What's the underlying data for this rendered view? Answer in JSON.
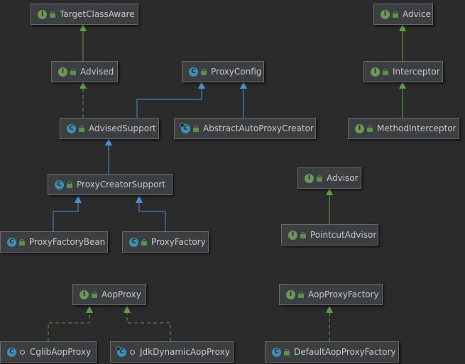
{
  "colors": {
    "background": "#2b2b2b",
    "node_fill": "#3c3f41",
    "node_border": "#6a6a6a",
    "interface_icon": "#6a9955",
    "class_icon": "#3d8fb3",
    "extends_edge": "#4a90d9",
    "implements_edge": "#5e9d45"
  },
  "nodes": {
    "target_class_aware": {
      "label": "TargetClassAware",
      "kind": "interface",
      "icon": "I"
    },
    "advice": {
      "label": "Advice",
      "kind": "interface",
      "icon": "I"
    },
    "advised": {
      "label": "Advised",
      "kind": "interface",
      "icon": "I"
    },
    "proxy_config": {
      "label": "ProxyConfig",
      "kind": "class",
      "icon": "C"
    },
    "interceptor": {
      "label": "Interceptor",
      "kind": "interface",
      "icon": "I"
    },
    "advised_support": {
      "label": "AdvisedSupport",
      "kind": "class",
      "icon": "C"
    },
    "abstract_auto_proxy_creator": {
      "label": "AbstractAutoProxyCreator",
      "kind": "abstract",
      "icon": "C"
    },
    "method_interceptor": {
      "label": "MethodInterceptor",
      "kind": "interface",
      "icon": "I"
    },
    "advisor": {
      "label": "Advisor",
      "kind": "interface",
      "icon": "I"
    },
    "proxy_creator_support": {
      "label": "ProxyCreatorSupport",
      "kind": "class",
      "icon": "C"
    },
    "pointcut_advisor": {
      "label": "PointcutAdvisor",
      "kind": "interface",
      "icon": "I"
    },
    "proxy_factory_bean": {
      "label": "ProxyFactoryBean",
      "kind": "class",
      "icon": "C"
    },
    "proxy_factory": {
      "label": "ProxyFactory",
      "kind": "class",
      "icon": "C"
    },
    "aop_proxy": {
      "label": "AopProxy",
      "kind": "interface",
      "icon": "I"
    },
    "aop_proxy_factory": {
      "label": "AopProxyFactory",
      "kind": "interface",
      "icon": "I"
    },
    "cglib_aop_proxy": {
      "label": "CglibAopProxy",
      "kind": "class",
      "icon": "C"
    },
    "jdk_dynamic_aop_proxy": {
      "label": "JdkDynamicAopProxy",
      "kind": "abstract",
      "icon": "C"
    },
    "default_aop_proxy_factory": {
      "label": "DefaultAopProxyFactory",
      "kind": "class",
      "icon": "C"
    }
  },
  "edges": [
    {
      "from": "advised",
      "to": "target_class_aware",
      "type": "extends-interface"
    },
    {
      "from": "interceptor",
      "to": "advice",
      "type": "extends-interface"
    },
    {
      "from": "method_interceptor",
      "to": "interceptor",
      "type": "extends-interface"
    },
    {
      "from": "pointcut_advisor",
      "to": "advisor",
      "type": "extends-interface"
    },
    {
      "from": "advised_support",
      "to": "advised",
      "type": "implements"
    },
    {
      "from": "advised_support",
      "to": "proxy_config",
      "type": "extends"
    },
    {
      "from": "abstract_auto_proxy_creator",
      "to": "proxy_config",
      "type": "extends"
    },
    {
      "from": "proxy_creator_support",
      "to": "advised_support",
      "type": "extends"
    },
    {
      "from": "proxy_factory_bean",
      "to": "proxy_creator_support",
      "type": "extends"
    },
    {
      "from": "proxy_factory",
      "to": "proxy_creator_support",
      "type": "extends"
    },
    {
      "from": "cglib_aop_proxy",
      "to": "aop_proxy",
      "type": "implements"
    },
    {
      "from": "jdk_dynamic_aop_proxy",
      "to": "aop_proxy",
      "type": "implements"
    },
    {
      "from": "default_aop_proxy_factory",
      "to": "aop_proxy_factory",
      "type": "implements"
    }
  ]
}
